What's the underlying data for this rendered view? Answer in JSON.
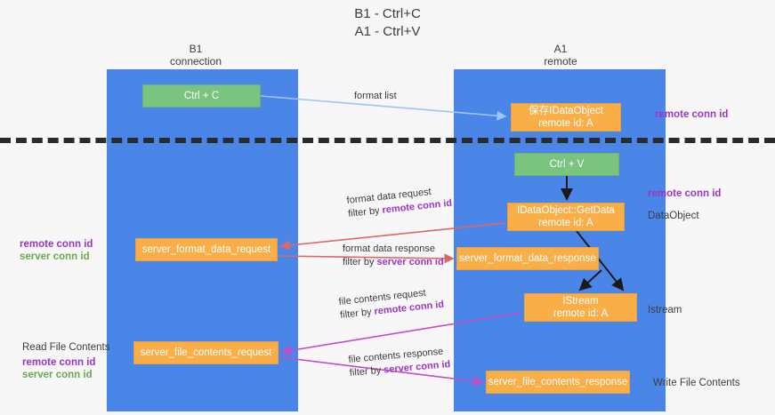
{
  "title": {
    "line1": "B1 - Ctrl+C",
    "line2": "A1 - Ctrl+V"
  },
  "lanes": [
    {
      "id": "b1",
      "name": "B1",
      "role": "connection"
    },
    {
      "id": "a1",
      "name": "A1",
      "role": "remote"
    }
  ],
  "boxes": {
    "ctrl_c": {
      "label": "Ctrl + C",
      "color": "#7bc47f"
    },
    "save_ido": {
      "line1": "保存IDataObject",
      "line2": "remote id: A",
      "color": "#f9ae48"
    },
    "ctrl_v": {
      "label": "Ctrl + V",
      "color": "#7bc47f"
    },
    "get_data": {
      "line1": "IDataObject::GetData",
      "line2": "remote id: A",
      "color": "#f9ae48"
    },
    "server_format_data_request": {
      "label": "server_format_data_request",
      "color": "#f9ae48"
    },
    "server_format_data_response": {
      "label": "server_format_data_response",
      "color": "#f9ae48"
    },
    "istream": {
      "line1": "IStream",
      "line2": "remote id: A",
      "color": "#f9ae48"
    },
    "server_file_contents_request": {
      "label": "server_file_contents_request",
      "color": "#f9ae48"
    },
    "server_file_contents_response": {
      "label": "server_file_contents_response",
      "color": "#f9ae48"
    }
  },
  "flows": {
    "format_list": {
      "line1": "format list"
    },
    "format_data_request": {
      "line1": "format data request",
      "line2_prefix": "filter by ",
      "line2_key": "remote conn id"
    },
    "format_data_response": {
      "line1": "format data response",
      "line2_prefix": "filter by ",
      "line2_key": "server conn id"
    },
    "file_contents_request": {
      "line1": "file contents request",
      "line2_prefix": "filter by ",
      "line2_key": "remote conn id"
    },
    "file_contents_response": {
      "line1": "file contents response",
      "line2_prefix": "filter by ",
      "line2_key": "server conn id"
    }
  },
  "annotations": {
    "right_remote_conn_id_1": "remote conn id",
    "right_remote_conn_id_2": "remote conn id",
    "dataobject": "DataObject",
    "istream": "Istream",
    "write_file_contents": "Write File Contents",
    "left_remote_conn_id_1": "remote conn id",
    "left_server_conn_id_1": "server conn id",
    "read_file_contents": "Read File Contents",
    "left_remote_conn_id_2": "remote conn id",
    "left_server_conn_id_2": "server conn id"
  },
  "colors": {
    "lane": "#4a86e8",
    "green_box": "#7bc47f",
    "orange_box": "#f9ae48",
    "purple_text": "#9b36c4",
    "green_text": "#6aa84f",
    "blue_arrow": "#9fc5f8",
    "red_arrow": "#e06666",
    "magenta_arrow": "#c64bc6",
    "black_arrow": "#1a1a1a",
    "divider": "#2b2b2b",
    "background": "#f7f7f7"
  }
}
